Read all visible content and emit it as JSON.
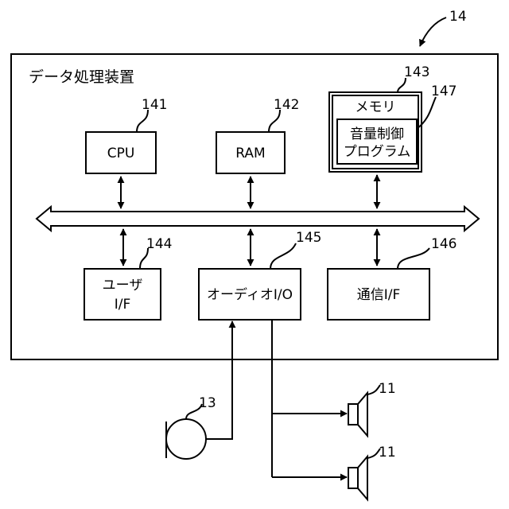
{
  "figure_ref": "14",
  "device": {
    "title": "データ処理装置"
  },
  "blocks": {
    "cpu": {
      "label": "CPU",
      "ref": "141"
    },
    "ram": {
      "label": "RAM",
      "ref": "142"
    },
    "memory": {
      "label": "メモリ",
      "ref": "143"
    },
    "program": {
      "line1": "音量制御",
      "line2": "プログラム",
      "ref": "147"
    },
    "user_if": {
      "line1": "ユーザ",
      "line2": "I/F",
      "ref": "144"
    },
    "audio_io": {
      "label": "オーディオI/O",
      "ref": "145"
    },
    "comm_if": {
      "label": "通信I/F",
      "ref": "146"
    }
  },
  "external": {
    "microphone": {
      "ref": "13"
    },
    "speaker_top": {
      "ref": "11"
    },
    "speaker_bottom": {
      "ref": "11"
    }
  }
}
